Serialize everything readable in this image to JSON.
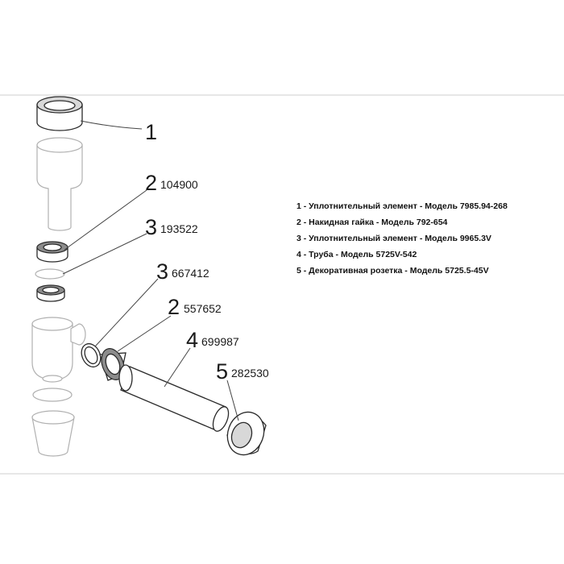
{
  "callouts": [
    {
      "number": "1",
      "code": ""
    },
    {
      "number": "2",
      "code": "104900"
    },
    {
      "number": "3",
      "code": "193522"
    },
    {
      "number": "3",
      "code": "667412"
    },
    {
      "number": "2",
      "code": "557652"
    },
    {
      "number": "4",
      "code": "699987"
    },
    {
      "number": "5",
      "code": "282530"
    }
  ],
  "legend": [
    "1 - Уплотнительный элемент - Модель 7985.94-268",
    "2 - Накидная гайка - Модель 792-654",
    "3 - Уплотнительный элемент - Модель 9965.3V",
    "4 - Труба - Модель 5725V-542",
    "5 - Декоративная розетка - Модель 5725.5-45V"
  ]
}
